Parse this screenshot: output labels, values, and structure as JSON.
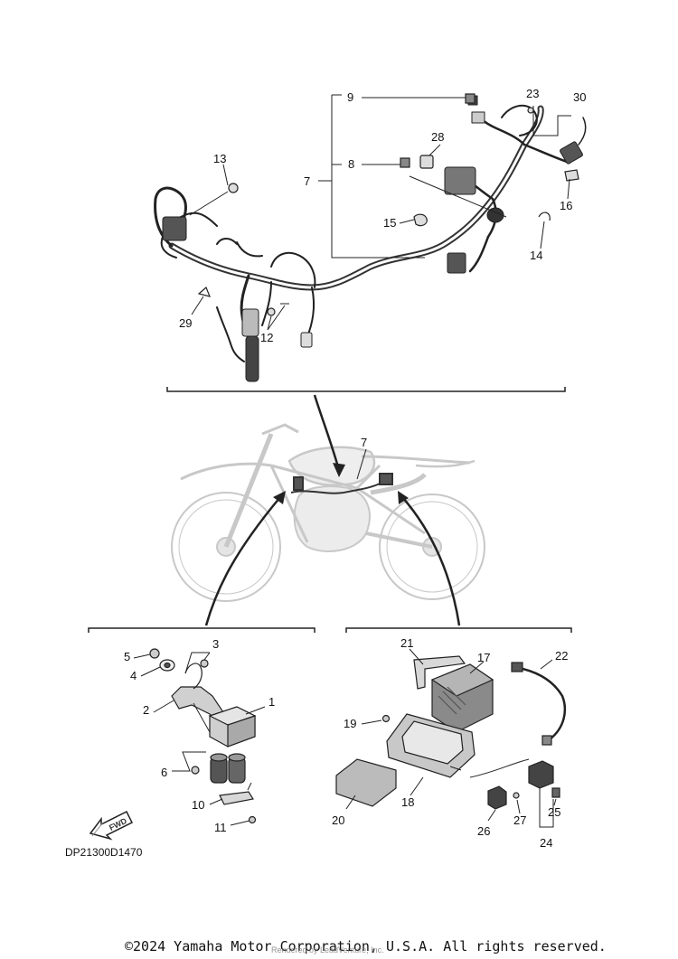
{
  "diagram": {
    "reference_code": "DP21300D1470",
    "fwd_label": "FWD",
    "callouts": {
      "c1": "1",
      "c2": "2",
      "c3": "3",
      "c4": "4",
      "c5": "5",
      "c6": "6",
      "c7": "7",
      "c7b": "7",
      "c8": "8",
      "c9": "9",
      "c10": "10",
      "c11": "11",
      "c12": "12",
      "c13": "13",
      "c14": "14",
      "c15": "15",
      "c16": "16",
      "c17": "17",
      "c18": "18",
      "c19": "19",
      "c20": "20",
      "c21": "21",
      "c22": "22",
      "c23": "23",
      "c24": "24",
      "c25": "25",
      "c26": "26",
      "c27": "27",
      "c28": "28",
      "c29": "29",
      "c30": "30"
    },
    "colors": {
      "line": "#222222",
      "part_fill": "#d9d9d9",
      "part_dark": "#555555",
      "bike": "#c8c8c8"
    }
  },
  "footer": {
    "copyright": "©2024 Yamaha Motor Corporation, U.S.A. All rights reserved.",
    "rendered_by": "Rendered by LeadVenture, Inc."
  }
}
